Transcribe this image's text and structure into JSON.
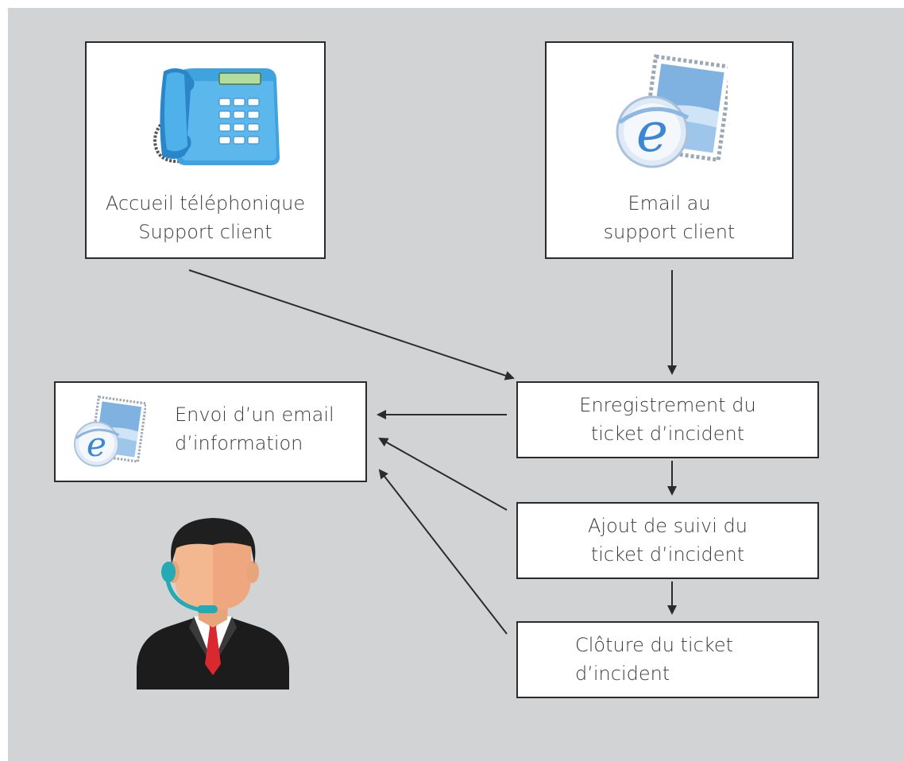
{
  "nodes": {
    "phone": {
      "line1": "Accueil téléphonique",
      "line2": "Support client",
      "icon": "phone-icon"
    },
    "email": {
      "line1": "Email au",
      "line2": "support client",
      "icon": "email-stamp-icon"
    },
    "send_info": {
      "line1": "Envoi d’un email",
      "line2": "d’information",
      "icon": "email-stamp-icon"
    },
    "register": {
      "line1": "Enregistrement du",
      "line2": "ticket d’incident"
    },
    "followup": {
      "line1": "Ajout de suivi du",
      "line2": "ticket d’incident"
    },
    "close": {
      "line1": "Clôture du ticket",
      "line2": "d’incident"
    }
  },
  "agent": {
    "icon": "support-agent-icon"
  },
  "colors": {
    "background": "#d2d3d5",
    "box_fill": "#ffffff",
    "box_border": "#2b2b2b",
    "arrow": "#2b2b2b",
    "phone_blue": "#3fa3e0",
    "tie_red": "#d9282f",
    "headset_teal": "#25a9b5"
  }
}
